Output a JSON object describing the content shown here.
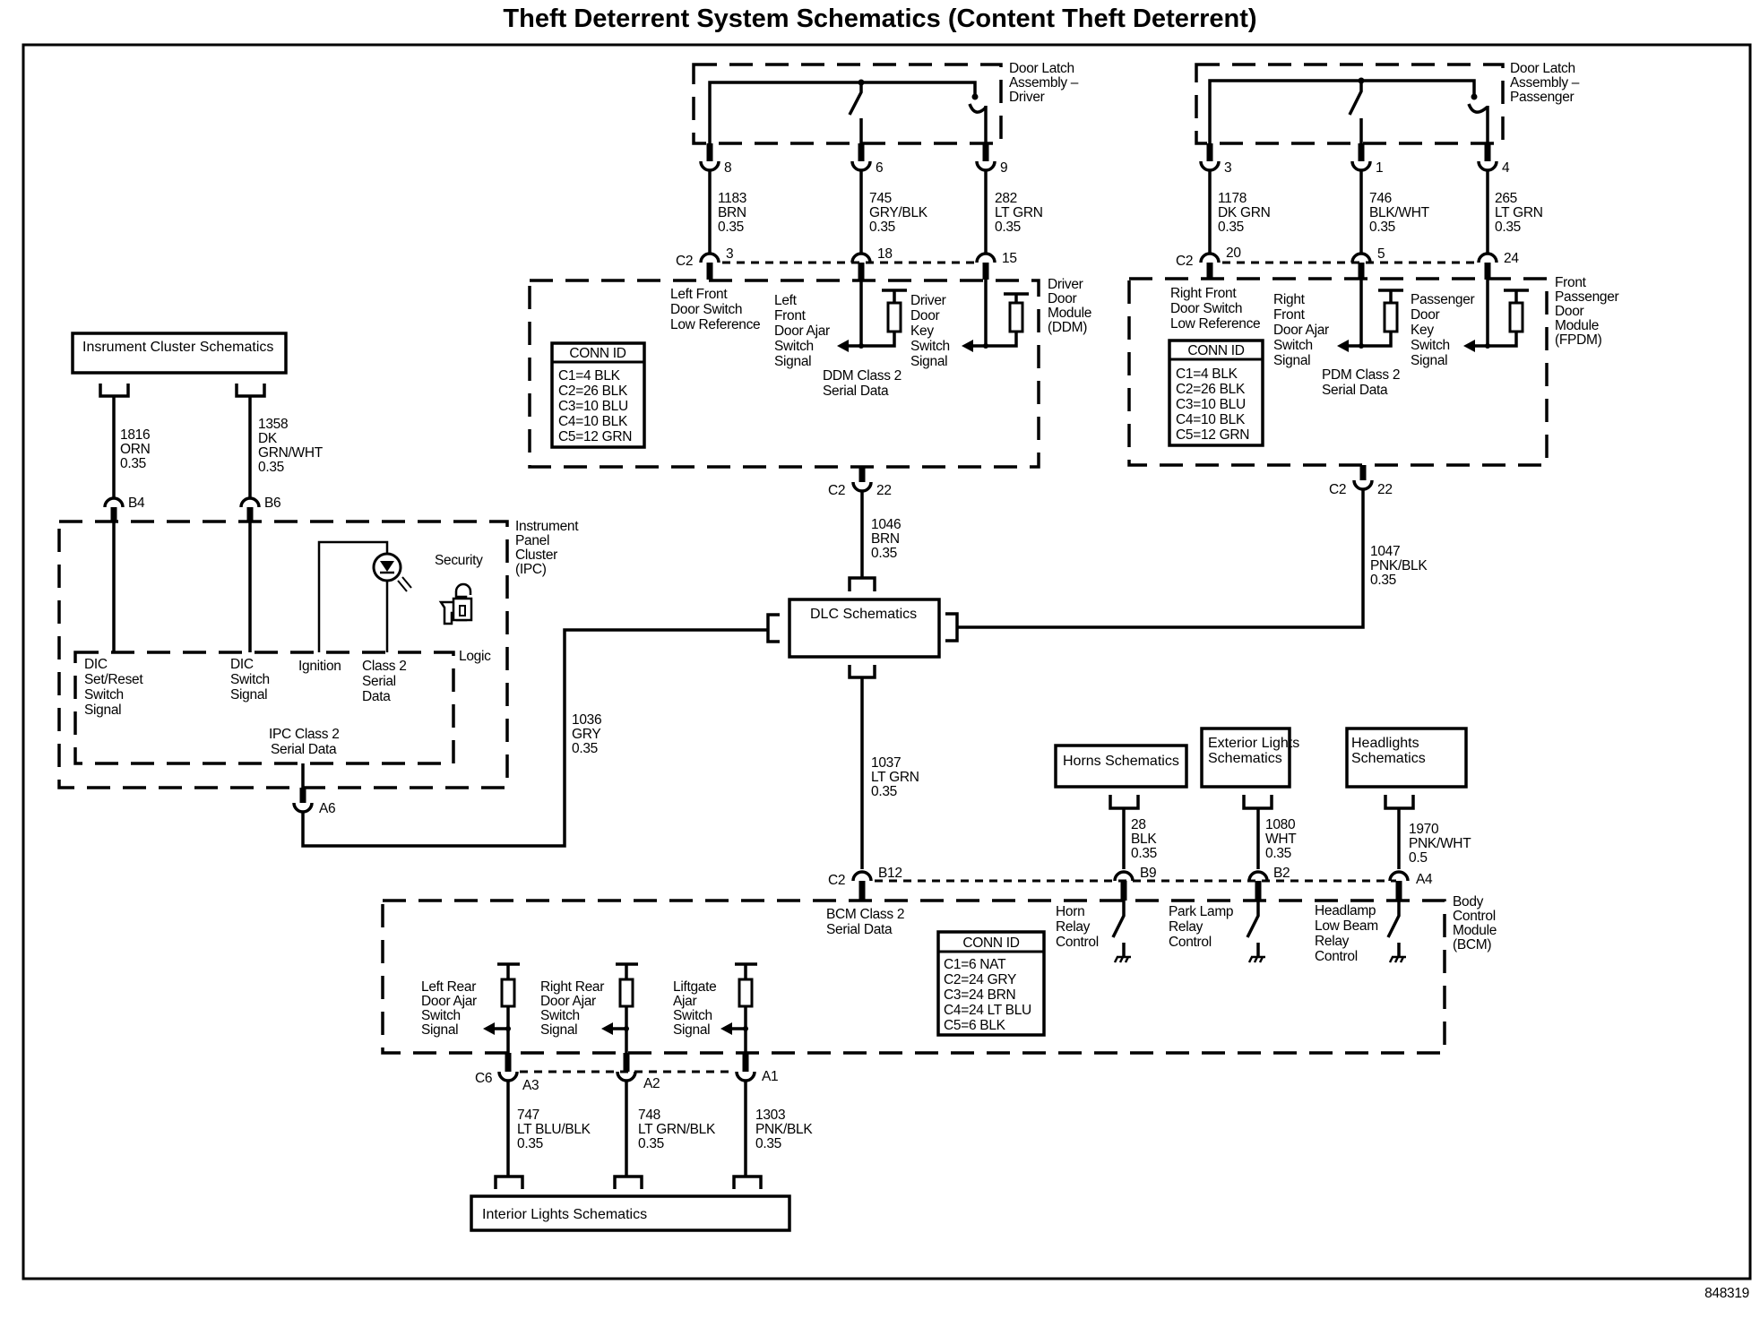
{
  "title": "Theft Deterrent System Schematics (Content Theft Deterrent)",
  "figure_id": "848319",
  "components": {
    "instrument_cluster_ref": "Insrument Cluster Schematics",
    "dlc_ref": "DLC Schematics",
    "horns_ref": "Horns Schematics",
    "exterior_lights_ref": [
      "Exterior Lights",
      "Schematics"
    ],
    "headlights_ref": [
      "Headlights",
      "Schematics"
    ],
    "interior_lights_ref": "Interior Lights Schematics",
    "door_latch_driver": [
      "Door Latch",
      "Assembly –",
      "Driver"
    ],
    "door_latch_passenger": [
      "Door Latch",
      "Assembly –",
      "Passenger"
    ],
    "ddm": [
      "Driver",
      "Door",
      "Module",
      "(DDM)"
    ],
    "fpdm": [
      "Front",
      "Passenger",
      "Door",
      "Module",
      "(FPDM)"
    ],
    "ipc": [
      "Instrument",
      "Panel",
      "Cluster",
      "(IPC)"
    ],
    "bcm": [
      "Body",
      "Control",
      "Module",
      "(BCM)"
    ],
    "logic": "Logic",
    "security": "Security"
  },
  "ipc_labels": {
    "dic_set_reset": [
      "DIC",
      "Set/Reset",
      "Switch",
      "Signal"
    ],
    "dic_switch": [
      "DIC",
      "Switch",
      "Signal"
    ],
    "ignition": "Ignition",
    "class2": [
      "Class 2",
      "Serial",
      "Data"
    ],
    "ipc_class2": [
      "IPC Class 2",
      "Serial Data"
    ]
  },
  "ddm_labels": {
    "lf_low_ref": [
      "Left Front",
      "Door Switch",
      "Low Reference"
    ],
    "lf_ajar": [
      "Left",
      "Front",
      "Door Ajar",
      "Switch",
      "Signal"
    ],
    "key_switch": [
      "Driver",
      "Door",
      "Key",
      "Switch",
      "Signal"
    ],
    "class2": [
      "DDM Class 2",
      "Serial Data"
    ]
  },
  "fpdm_labels": {
    "rf_low_ref": [
      "Right Front",
      "Door Switch",
      "Low Reference"
    ],
    "rf_ajar": [
      "Right",
      "Front",
      "Door Ajar",
      "Switch",
      "Signal"
    ],
    "key_switch": [
      "Passenger",
      "Door",
      "Key",
      "Switch",
      "Signal"
    ],
    "class2": [
      "PDM Class 2",
      "Serial Data"
    ]
  },
  "bcm_labels": {
    "class2": [
      "BCM Class 2",
      "Serial Data"
    ],
    "horn": [
      "Horn",
      "Relay",
      "Control"
    ],
    "park": [
      "Park Lamp",
      "Relay",
      "Control"
    ],
    "headlamp": [
      "Headlamp",
      "Low Beam",
      "Relay",
      "Control"
    ],
    "lr_ajar": [
      "Left Rear",
      "Door Ajar",
      "Switch",
      "Signal"
    ],
    "rr_ajar": [
      "Right Rear",
      "Door Ajar",
      "Switch",
      "Signal"
    ],
    "liftgate": [
      "Liftgate",
      "Ajar",
      "Switch",
      "Signal"
    ]
  },
  "conn_id_tables": {
    "ddm": {
      "header": "CONN ID",
      "rows": [
        "C1=4 BLK",
        "C2=26 BLK",
        "C3=10 BLU",
        "C4=10 BLK",
        "C5=12 GRN"
      ]
    },
    "fpdm": {
      "header": "CONN ID",
      "rows": [
        "C1=4 BLK",
        "C2=26 BLK",
        "C3=10 BLU",
        "C4=10 BLK",
        "C5=12 GRN"
      ]
    },
    "bcm": {
      "header": "CONN ID",
      "rows": [
        "C1=6 NAT",
        "C2=24 GRY",
        "C3=24 BRN",
        "C4=24 LT BLU",
        "C5=6 BLK"
      ]
    }
  },
  "wires": {
    "w1816": [
      "1816",
      "ORN",
      "0.35"
    ],
    "w1358": [
      "1358",
      "DK",
      "GRN/WHT",
      "0.35"
    ],
    "w1183": [
      "1183",
      "BRN",
      "0.35"
    ],
    "w745": [
      "745",
      "GRY/BLK",
      "0.35"
    ],
    "w282": [
      "282",
      "LT GRN",
      "0.35"
    ],
    "w1178": [
      "1178",
      "DK GRN",
      "0.35"
    ],
    "w746": [
      "746",
      "BLK/WHT",
      "0.35"
    ],
    "w265": [
      "265",
      "LT GRN",
      "0.35"
    ],
    "w1046": [
      "1046",
      "BRN",
      "0.35"
    ],
    "w1047": [
      "1047",
      "PNK/BLK",
      "0.35"
    ],
    "w1036": [
      "1036",
      "GRY",
      "0.35"
    ],
    "w1037": [
      "1037",
      "LT GRN",
      "0.35"
    ],
    "w28": [
      "28",
      "BLK",
      "0.35"
    ],
    "w1080": [
      "1080",
      "WHT",
      "0.35"
    ],
    "w1970": [
      "1970",
      "PNK/WHT",
      "0.5"
    ],
    "w747": [
      "747",
      "LT BLU/BLK",
      "0.35"
    ],
    "w748": [
      "748",
      "LT GRN/BLK",
      "0.35"
    ],
    "w1303": [
      "1303",
      "PNK/BLK",
      "0.35"
    ]
  },
  "pins": {
    "ipc_b4": "B4",
    "ipc_b6": "B6",
    "ipc_a6": "A6",
    "dl_8": "8",
    "dl_6": "6",
    "dl_9": "9",
    "pl_3": "3",
    "pl_1": "1",
    "pl_4": "4",
    "ddm_c2": "C2",
    "ddm_3": "3",
    "ddm_18": "18",
    "ddm_15": "15",
    "fpdm_c2": "C2",
    "fpdm_20": "20",
    "fpdm_5": "5",
    "fpdm_24": "24",
    "ddm_c2_22": [
      "C2",
      "22"
    ],
    "fpdm_c2_22": [
      "C2",
      "22"
    ],
    "bcm_c2": "C2",
    "bcm_b12": "B12",
    "bcm_b9": "B9",
    "bcm_b2": "B2",
    "bcm_a4": "A4",
    "bcm_c6": "C6",
    "bcm_a3": "A3",
    "bcm_a2": "A2",
    "bcm_a1": "A1"
  }
}
